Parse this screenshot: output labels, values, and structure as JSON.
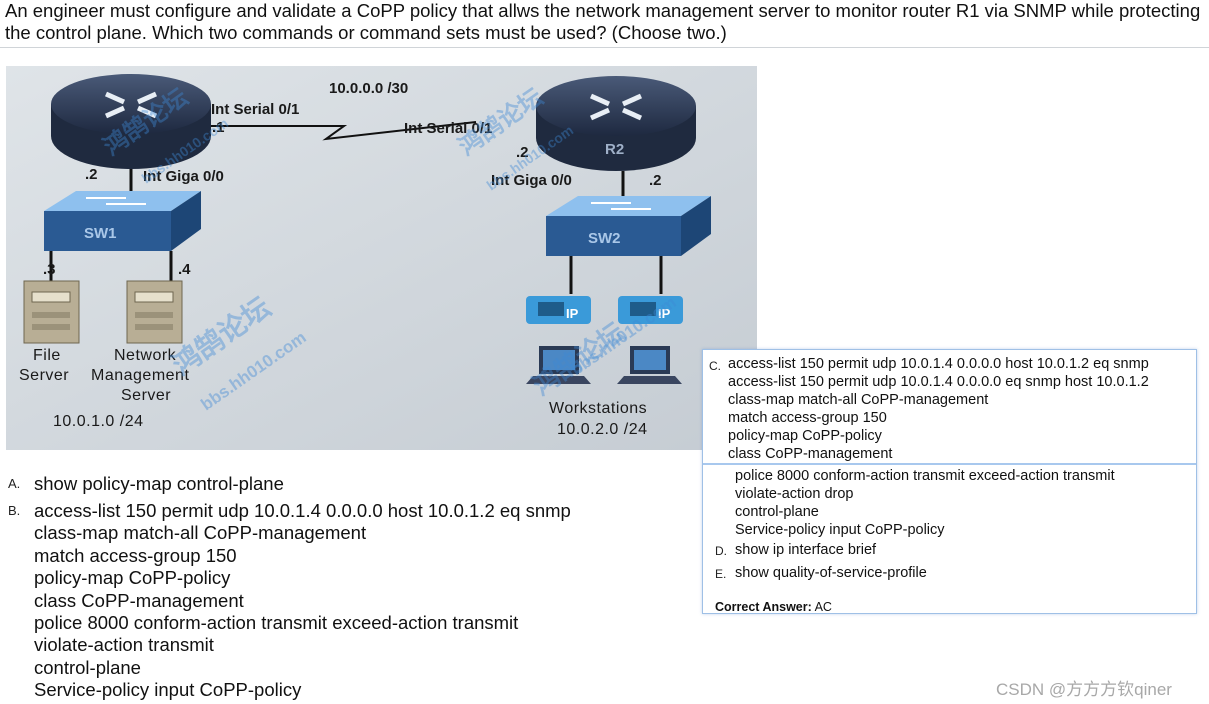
{
  "question": "An engineer must configure and validate a CoPP policy that allws the network management server to monitor router R1 via SNMP while protecting the control plane. Which two commands or command sets must be used? (Choose two.)",
  "diagram": {
    "link_subnet": "10.0.0.0 /30",
    "r1_serial": "Int Serial 0/1",
    "r1_serial_host": ".1",
    "r2_serial": "Int Serial 0/1",
    "r2_serial_host": ".2",
    "r1_giga_host": ".2",
    "r1_giga": "Int Giga 0/0",
    "r2_giga": "Int Giga 0/0",
    "r2_giga_host": ".2",
    "r2_name": "R2",
    "sw1": "SW1",
    "sw2": "SW2",
    "file_server_host": ".3",
    "nms_host": ".4",
    "file_server_label": [
      "File",
      "Server"
    ],
    "nms_label": [
      "Network",
      "Management",
      "Server"
    ],
    "left_subnet": "10.0.1.0 /24",
    "workstations_label": "Workstations",
    "right_subnet": "10.0.2.0 /24",
    "phone_label": "IP",
    "watermark_cn": "鸿鹄论坛",
    "watermark_url": "bbs.hh010.com"
  },
  "options": {
    "A": {
      "letter": "A.",
      "lines": [
        "show policy-map control-plane"
      ]
    },
    "B": {
      "letter": "B.",
      "lines": [
        "access-list 150 permit udp 10.0.1.4 0.0.0.0 host 10.0.1.2 eq snmp",
        "class-map match-all CoPP-management",
        "match access-group 150",
        "policy-map CoPP-policy",
        "class CoPP-management",
        "police 8000 conform-action transmit exceed-action transmit",
        "violate-action transmit",
        "control-plane",
        "Service-policy input CoPP-policy"
      ]
    },
    "C": {
      "letter": "C.",
      "lines": [
        "access-list 150 permit udp 10.0.1.4 0.0.0.0 host 10.0.1.2 eq snmp",
        "access-list 150 permit udp 10.0.1.4 0.0.0.0 eq snmp host 10.0.1.2",
        "class-map match-all CoPP-management",
        "match access-group 150",
        "policy-map CoPP-policy",
        "class CoPP-management"
      ],
      "continued_lines": [
        "police 8000 conform-action transmit exceed-action transmit",
        "violate-action drop",
        "control-plane",
        "Service-policy input CoPP-policy"
      ]
    },
    "D": {
      "letter": "D.",
      "lines": [
        "show ip interface brief"
      ]
    },
    "E": {
      "letter": "E.",
      "lines": [
        "show quality-of-service-profile"
      ]
    }
  },
  "answer": {
    "label": "Correct Answer:",
    "value": "AC"
  },
  "credit": "CSDN @方方方钦qiner",
  "colors": {
    "panel_border": "#9fc0e6",
    "router": "#26324a",
    "switch": "#2a5a93",
    "watermark": "#3f8ad6"
  }
}
